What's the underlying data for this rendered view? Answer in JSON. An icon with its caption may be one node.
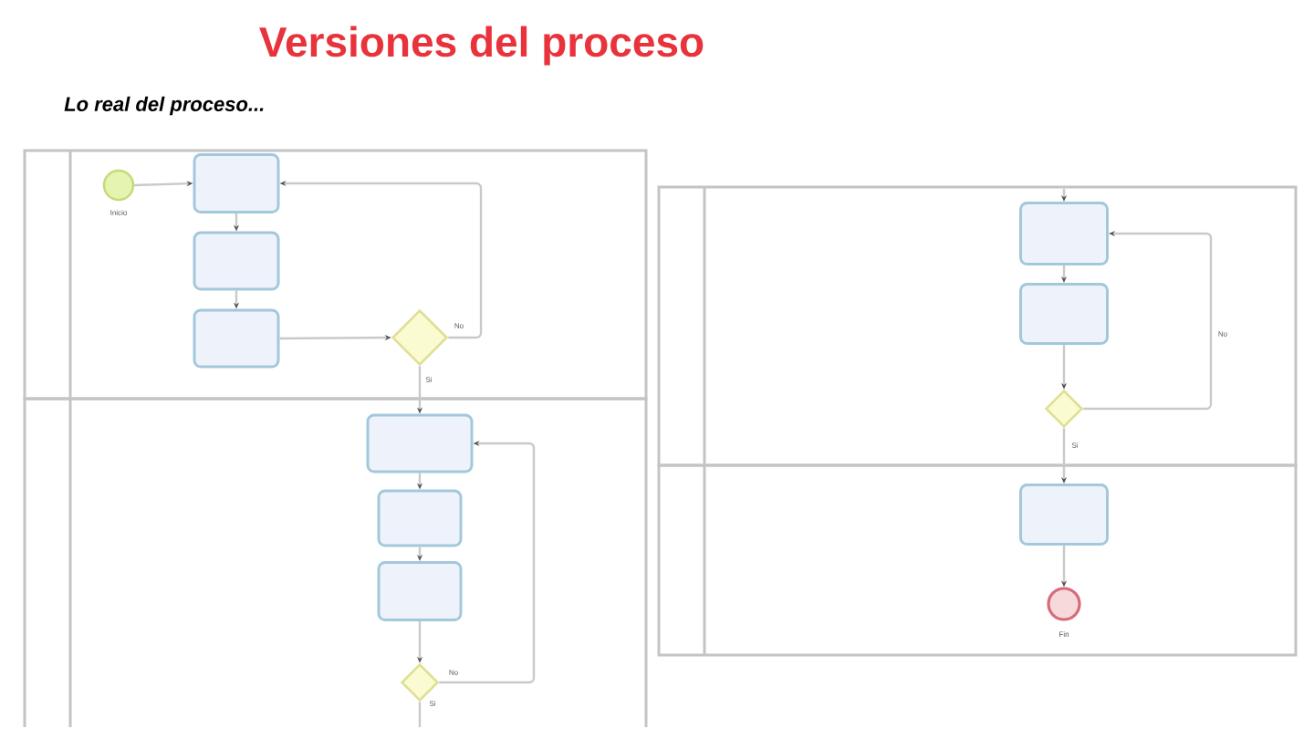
{
  "diagram": {
    "title": "Versiones del proceso",
    "nodes": [
      {
        "text": [],
        "shape": "band"
      },
      {
        "text": [],
        "shape": "band"
      },
      {
        "text": [],
        "shape": "band"
      },
      {
        "text": [],
        "shape": "band"
      },
      {
        "text": [],
        "shape": "circle",
        "in": 0,
        "beside": [
          "Inicio"
        ]
      },
      {
        "text": [],
        "shape": "box",
        "in": 0
      },
      {
        "text": [],
        "shape": "box",
        "in": 0
      },
      {
        "text": [],
        "shape": "box",
        "in": 0
      },
      {
        "text": [],
        "shape": "diamond",
        "in": 0
      },
      {
        "text": [],
        "shape": "box",
        "in": 1
      },
      {
        "text": [],
        "shape": "box",
        "in": 1
      },
      {
        "text": [],
        "shape": "box",
        "in": 1
      },
      {
        "text": [],
        "shape": "diamond",
        "in": 1
      },
      {
        "text": [],
        "shape": "box",
        "in": 2
      },
      {
        "text": [],
        "shape": "box",
        "in": 2
      },
      {
        "text": [],
        "shape": "diamond",
        "in": 2
      },
      {
        "text": [],
        "shape": "box",
        "in": 3
      },
      {
        "text": [],
        "shape": "circle",
        "in": 3,
        "beside": [
          "Fin"
        ]
      }
    ],
    "edges": [
      {
        "from": 4,
        "to": 5,
        "arrow": "to"
      },
      {
        "from": 5,
        "to": 6,
        "arrow": "to"
      },
      {
        "from": 6,
        "to": 7,
        "arrow": "to"
      },
      {
        "from": 7,
        "to": 8,
        "arrow": "to"
      },
      {
        "from": 8,
        "to": 5,
        "arrow": "to",
        "label": "No"
      },
      {
        "from": 8,
        "to": 9,
        "arrow": "to",
        "label": "Si"
      },
      {
        "from": 9,
        "to": 10,
        "arrow": "to"
      },
      {
        "from": 10,
        "to": 11,
        "arrow": "to"
      },
      {
        "from": 11,
        "to": 12,
        "arrow": "to"
      },
      {
        "from": 12,
        "to": 9,
        "arrow": "to",
        "label": "No"
      },
      {
        "from": 12,
        "to": null,
        "arrow": "none",
        "label": "Si"
      },
      {
        "from": null,
        "to": 13,
        "arrow": "to"
      },
      {
        "from": 13,
        "to": 14,
        "arrow": "to"
      },
      {
        "from": 14,
        "to": 15,
        "arrow": "to"
      },
      {
        "from": 15,
        "to": 13,
        "arrow": "to",
        "label": "No"
      },
      {
        "from": 15,
        "to": 16,
        "arrow": "to",
        "label": "Si"
      },
      {
        "from": 16,
        "to": 17,
        "arrow": "to"
      }
    ],
    "labels": [
      "Lo real del proceso..."
    ]
  }
}
